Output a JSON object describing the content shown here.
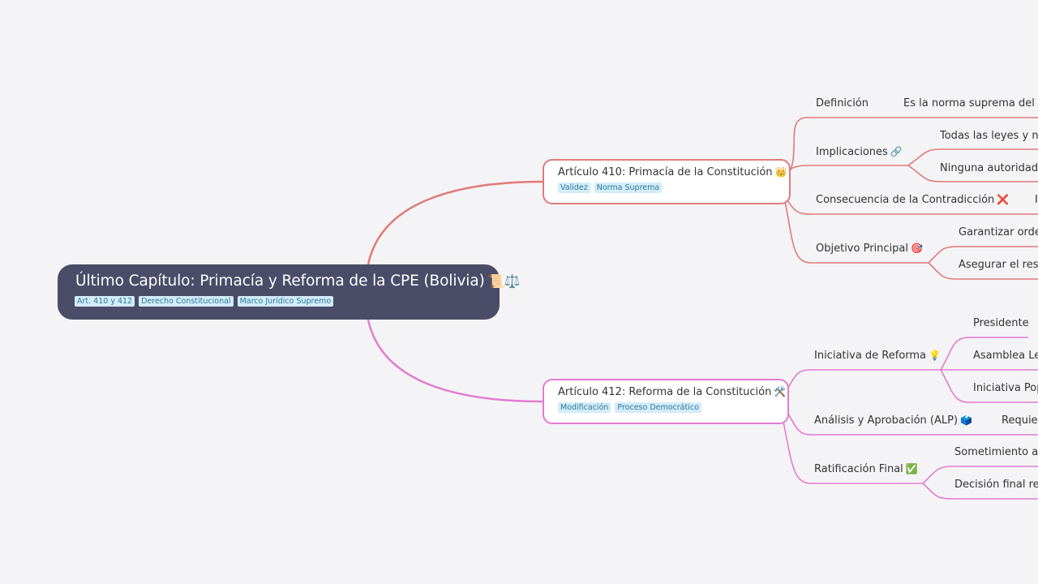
{
  "colors": {
    "background": "#f4f4f6",
    "root_bg": "#4a4c68",
    "branch_red": "#e07a7a",
    "branch_pink": "#e27bd0",
    "tag_bg": "#d3ecf8",
    "tag_text": "#2c7a9c"
  },
  "root": {
    "title": "Último Capítulo: Primacía y Reforma de la CPE (Bolivia)",
    "emoji": "📜⚖️",
    "tags": [
      "Art. 410 y 412",
      "Derecho Constitucional",
      "Marco Jurídico Supremo"
    ]
  },
  "art410": {
    "title": "Artículo 410: Primacía de la Constitución",
    "emoji": "👑",
    "tags": [
      "Validez",
      "Norma Suprema"
    ],
    "definicion": {
      "label": "Definición",
      "text": "Es la norma suprema del ord"
    },
    "implicaciones": {
      "label": "Implicaciones",
      "emoji": "🔗",
      "items": [
        "Todas las leyes y nor",
        "Ninguna autoridad, i"
      ]
    },
    "consecuencia": {
      "label": "Consecuencia de la Contradicción",
      "emoji": "❌",
      "text": "I"
    },
    "objetivo": {
      "label": "Objetivo Principal",
      "emoji": "🎯",
      "items": [
        "Garantizar order",
        "Asegurar el respe"
      ]
    }
  },
  "art412": {
    "title": "Artículo 412: Reforma de la Constitución",
    "emoji": "🛠️",
    "tags": [
      "Modificación",
      "Proceso Democrático"
    ],
    "iniciativa": {
      "label": "Iniciativa de Reforma",
      "emoji": "💡",
      "items": [
        "Presidente",
        "Asamblea Leg",
        "Iniciativa Pop"
      ]
    },
    "analisis": {
      "label": "Análisis y Aprobación (ALP)",
      "emoji": "🗳️",
      "text": "Requier"
    },
    "ratificacion": {
      "label": "Ratificación Final",
      "emoji": "✅",
      "items": [
        "Sometimiento a R",
        "Decisión final rec"
      ]
    }
  }
}
